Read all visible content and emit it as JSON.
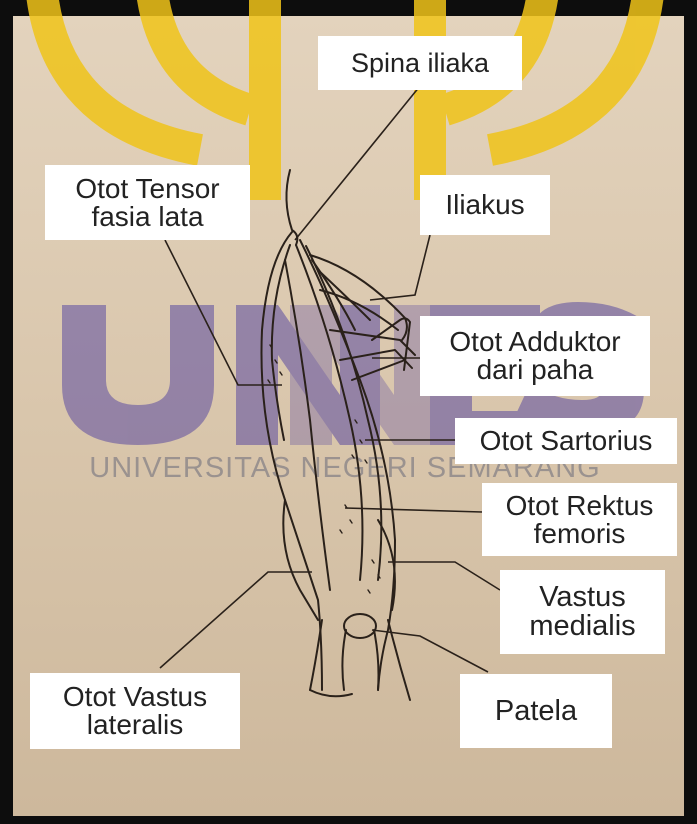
{
  "colors": {
    "paper": "#d9c7ae",
    "frame": "#0d0d0d",
    "ink": "#2a211a",
    "label_bg": "#ffffff",
    "label_text": "#222222",
    "watermark_yellow": "#f0c419",
    "watermark_purple": "#5b4ba0"
  },
  "watermark": {
    "logo": "UNNES",
    "subtitle": "UNIVERSITAS NEGERI SEMARANG"
  },
  "labels": {
    "spina_iliaka": "Spina iliaka",
    "tensor_line1": "Otot Tensor",
    "tensor_line2": "fasia lata",
    "iliakus": "Iliakus",
    "adduktor_line1": "Otot Adduktor",
    "adduktor_line2": "dari paha",
    "sartorius": "Otot Sartorius",
    "rektus_line1": "Otot Rektus",
    "rektus_line2": "femoris",
    "vastus_medialis_line1": "Vastus",
    "vastus_medialis_line2": "medialis",
    "vastus_lateralis_line1": "Otot Vastus",
    "vastus_lateralis_line2": "lateralis",
    "patela": "Patela"
  }
}
